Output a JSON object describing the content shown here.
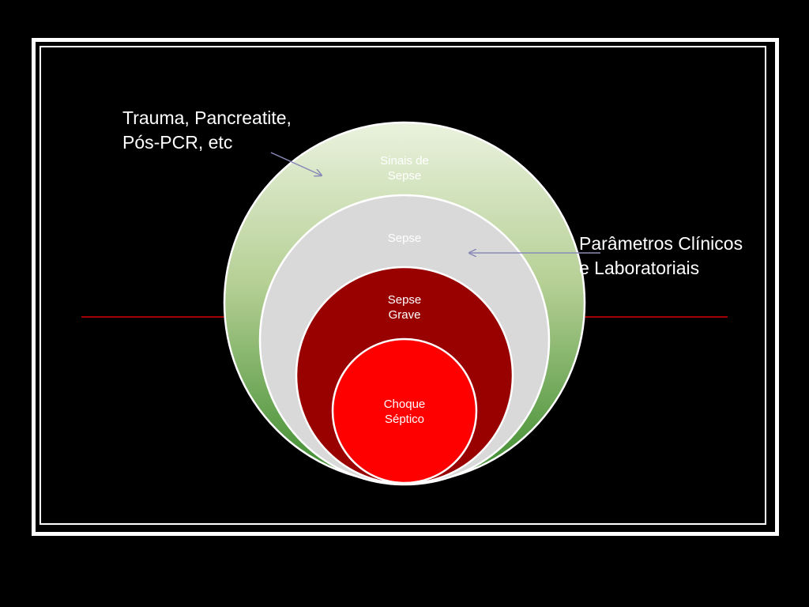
{
  "slide": {
    "annotations": {
      "left": "Trauma, Pancreatite,\nPós-PCR, etc",
      "right": "Parâmetros Clínicos\ne Laboratoriais"
    },
    "circles": {
      "outer": "Sinais de\nSepse",
      "middle": "Sepse",
      "inner": "Sepse\nGrave",
      "core": "Choque\nSéptico"
    }
  },
  "colors": {
    "background": "#000000",
    "frame": "#ffffff",
    "outer_top": "#e6efd8",
    "outer_bottom": "#3c8a2e",
    "middle": "#d9d9d9",
    "inner": "#990000",
    "core": "#ff0000",
    "divider": "#aa0000",
    "arrow": "#8080b0"
  }
}
